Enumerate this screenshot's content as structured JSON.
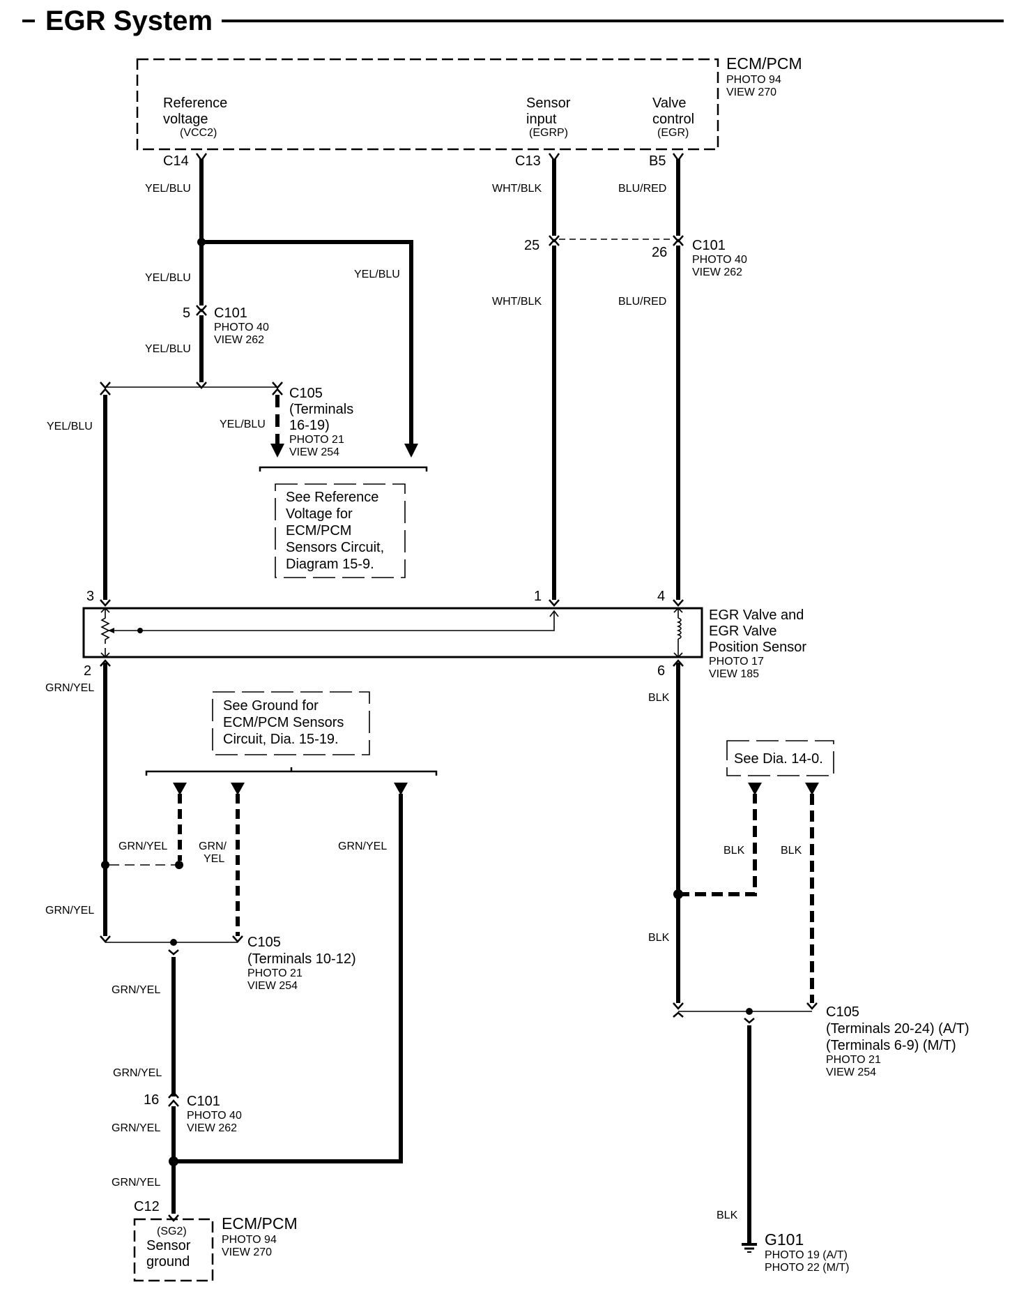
{
  "title": "EGR System",
  "ecm_top": {
    "name": "ECM/PCM",
    "photo": "PHOTO 94",
    "view": "VIEW 270",
    "ref_line1": "Reference",
    "ref_line2": "voltage",
    "ref_code": "(VCC2)",
    "sens_line1": "Sensor",
    "sens_line2": "input",
    "sens_code": "(EGRP)",
    "valve_line1": "Valve",
    "valve_line2": "control",
    "valve_code": "(EGR)",
    "pin_ref": "C14",
    "pin_sens": "C13",
    "pin_valve": "B5"
  },
  "wires": {
    "yel_blu": "YEL/BLU",
    "wht_blk": "WHT/BLK",
    "blu_red": "BLU/RED",
    "grn_yel": "GRN/YEL",
    "grn_slash": "GRN/",
    "yel": "YEL",
    "blk": "BLK"
  },
  "connectors": {
    "c101": "C101",
    "c105": "C105",
    "photo40": "PHOTO 40",
    "view262": "VIEW 262",
    "photo21": "PHOTO 21",
    "view254": "VIEW 254",
    "pin5": "5",
    "pin25": "25",
    "pin26": "26",
    "pin16": "16",
    "c105_top_l1": "(Terminals",
    "c105_top_l2": "16-19)",
    "c105_mid": "(Terminals 10-12)",
    "c105_right_at": "(Terminals 20-24) (A/T)",
    "c105_right_mt": "(Terminals 6-9) (M/T)"
  },
  "notes": {
    "ref_l1": "See Reference",
    "ref_l2": "Voltage for",
    "ref_l3": "ECM/PCM",
    "ref_l4": "Sensors Circuit,",
    "ref_l5": "Diagram 15-9.",
    "gnd_l1": "See Ground for",
    "gnd_l2": "ECM/PCM Sensors",
    "gnd_l3": "Circuit, Dia. 15-19.",
    "dia14": "See Dia. 14-0."
  },
  "sensor": {
    "name_l1": "EGR Valve and",
    "name_l2": "EGR Valve",
    "name_l3": "Position Sensor",
    "photo": "PHOTO 17",
    "view": "VIEW 185",
    "pin1": "1",
    "pin2": "2",
    "pin3": "3",
    "pin4": "4",
    "pin6": "6"
  },
  "ecm_bottom": {
    "pin": "C12",
    "code": "(SG2)",
    "line1": "Sensor",
    "line2": "ground",
    "name": "ECM/PCM",
    "photo": "PHOTO 94",
    "view": "VIEW 270"
  },
  "ground": {
    "name": "G101",
    "photo_at": "PHOTO 19 (A/T)",
    "photo_mt": "PHOTO 22 (M/T)"
  }
}
